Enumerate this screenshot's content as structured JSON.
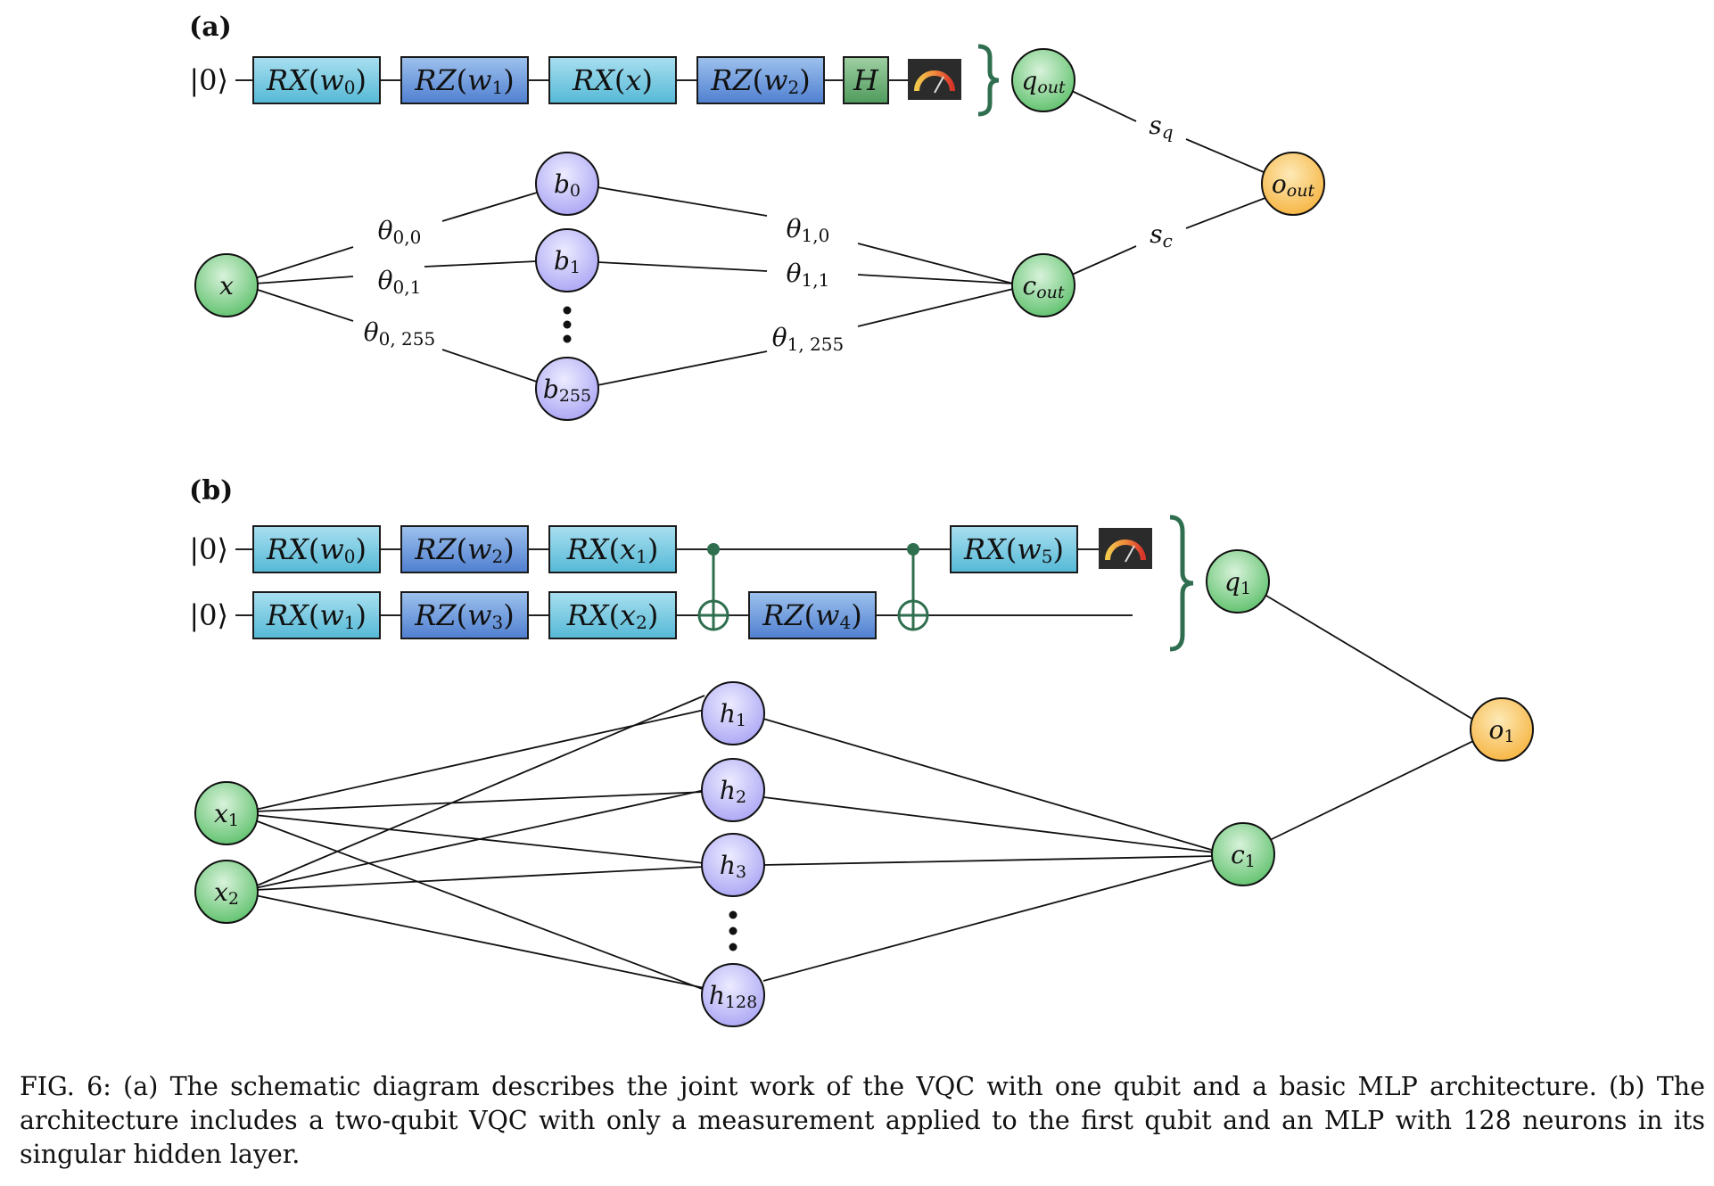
{
  "panel_a": {
    "label": "(a)",
    "ket": "|0⟩",
    "gates": [
      {
        "type": "rx",
        "op": "RX",
        "arg": "w",
        "sub": "0"
      },
      {
        "type": "rz",
        "op": "RZ",
        "arg": "w",
        "sub": "1"
      },
      {
        "type": "rx",
        "op": "RX",
        "arg": "x",
        "sub": ""
      },
      {
        "type": "rz",
        "op": "RZ",
        "arg": "w",
        "sub": "2"
      },
      {
        "type": "h",
        "op": "H",
        "arg": "",
        "sub": ""
      }
    ],
    "nodes": {
      "x": {
        "main": "x",
        "sub": ""
      },
      "b0": {
        "main": "b",
        "sub": "0"
      },
      "b1": {
        "main": "b",
        "sub": "1"
      },
      "b255": {
        "main": "b",
        "sub": "255"
      },
      "q_out": {
        "main": "q",
        "sub": "out"
      },
      "c_out": {
        "main": "c",
        "sub": "out"
      },
      "o_out": {
        "main": "o",
        "sub": "out"
      }
    },
    "weights": {
      "t00": {
        "main": "θ",
        "sub": "0,0"
      },
      "t01": {
        "main": "θ",
        "sub": "0,1"
      },
      "t0255": {
        "main": "θ",
        "sub": "0, 255"
      },
      "t10": {
        "main": "θ",
        "sub": "1,0"
      },
      "t11": {
        "main": "θ",
        "sub": "1,1"
      },
      "t1255": {
        "main": "θ",
        "sub": "1, 255"
      },
      "sq": {
        "main": "s",
        "sub": "q"
      },
      "sc": {
        "main": "s",
        "sub": "c"
      }
    }
  },
  "panel_b": {
    "label": "(b)",
    "kets": [
      "|0⟩",
      "|0⟩"
    ],
    "gates_q0": [
      {
        "type": "rx",
        "op": "RX",
        "arg": "w",
        "sub": "0"
      },
      {
        "type": "rz",
        "op": "RZ",
        "arg": "w",
        "sub": "2"
      },
      {
        "type": "rx",
        "op": "RX",
        "arg": "x",
        "sub": "1"
      }
    ],
    "gates_q1": [
      {
        "type": "rx",
        "op": "RX",
        "arg": "w",
        "sub": "1"
      },
      {
        "type": "rz",
        "op": "RZ",
        "arg": "w",
        "sub": "3"
      },
      {
        "type": "rx",
        "op": "RX",
        "arg": "x",
        "sub": "2"
      }
    ],
    "gate_mid": {
      "type": "rz",
      "op": "RZ",
      "arg": "w",
      "sub": "4"
    },
    "gate_last": {
      "type": "rx",
      "op": "RX",
      "arg": "w",
      "sub": "5"
    },
    "nodes": {
      "x1": {
        "main": "x",
        "sub": "1"
      },
      "x2": {
        "main": "x",
        "sub": "2"
      },
      "h1": {
        "main": "h",
        "sub": "1"
      },
      "h2": {
        "main": "h",
        "sub": "2"
      },
      "h3": {
        "main": "h",
        "sub": "3"
      },
      "h128": {
        "main": "h",
        "sub": "128"
      },
      "q1": {
        "main": "q",
        "sub": "1"
      },
      "c1": {
        "main": "c",
        "sub": "1"
      },
      "o1": {
        "main": "o",
        "sub": "1"
      }
    }
  },
  "colors": {
    "rx_top": "#a9dff0",
    "rx_bottom": "#55b9d6",
    "rz_top": "#9ec2ee",
    "rz_bottom": "#4f7fd0",
    "h_top": "#9fd0a4",
    "h_bottom": "#4f9a5c",
    "green_node": "#5cc06a",
    "purple_node": "#a9a4f4",
    "orange_node": "#f6b33e",
    "brace": "#2f6f4f"
  },
  "icons": {
    "meter": "measurement-meter-icon"
  },
  "caption": "FIG. 6: (a) The schematic diagram describes the joint work of the VQC with one qubit and a basic MLP architecture. (b) The architecture includes a two-qubit VQC with only a measurement applied to the first qubit and an MLP with 128 neurons in its singular hidden layer."
}
